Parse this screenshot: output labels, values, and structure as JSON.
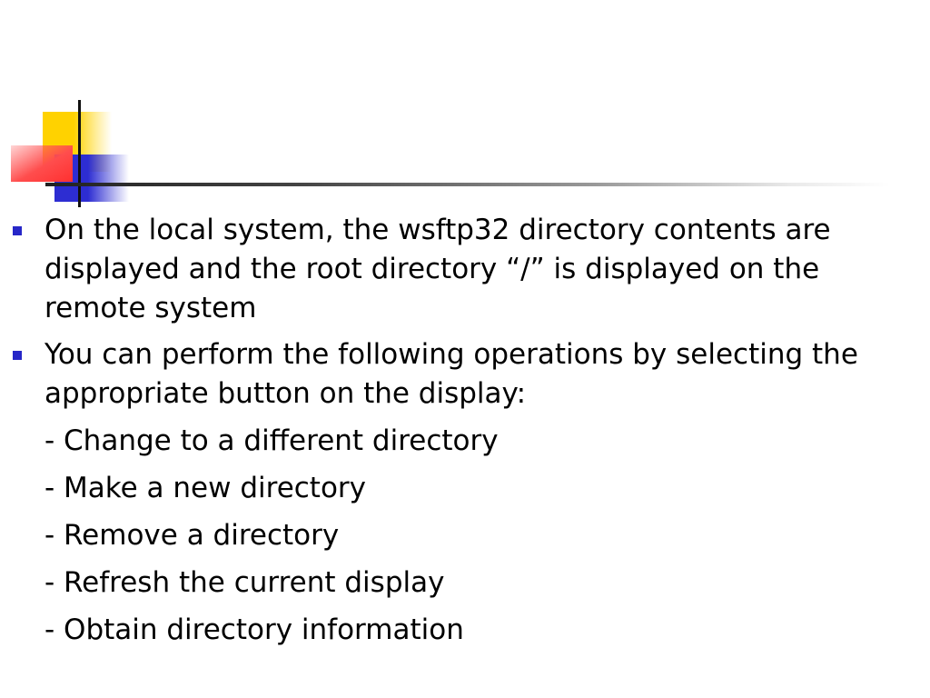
{
  "slide": {
    "bullets": [
      {
        "text": "On the local system, the wsftp32 directory contents are displayed and the root directory “/” is displayed on the remote system"
      },
      {
        "text": "You can perform the following operations by selecting the appropriate button on the display:"
      }
    ],
    "sub_items": [
      {
        "text": "- Change to a different directory"
      },
      {
        "text": "- Make a new directory"
      },
      {
        "text": "- Remove a directory"
      },
      {
        "text": "- Refresh the current display"
      },
      {
        "text": "- Obtain directory information"
      }
    ]
  },
  "colors": {
    "bullet": "#2727c8",
    "deco_yellow": "#ffd200",
    "deco_blue": "#2d2dd2",
    "deco_red": "#ff4d4d"
  },
  "icons": {
    "bullet": "square-bullet-icon",
    "decoration": "corner-squares-decoration"
  }
}
